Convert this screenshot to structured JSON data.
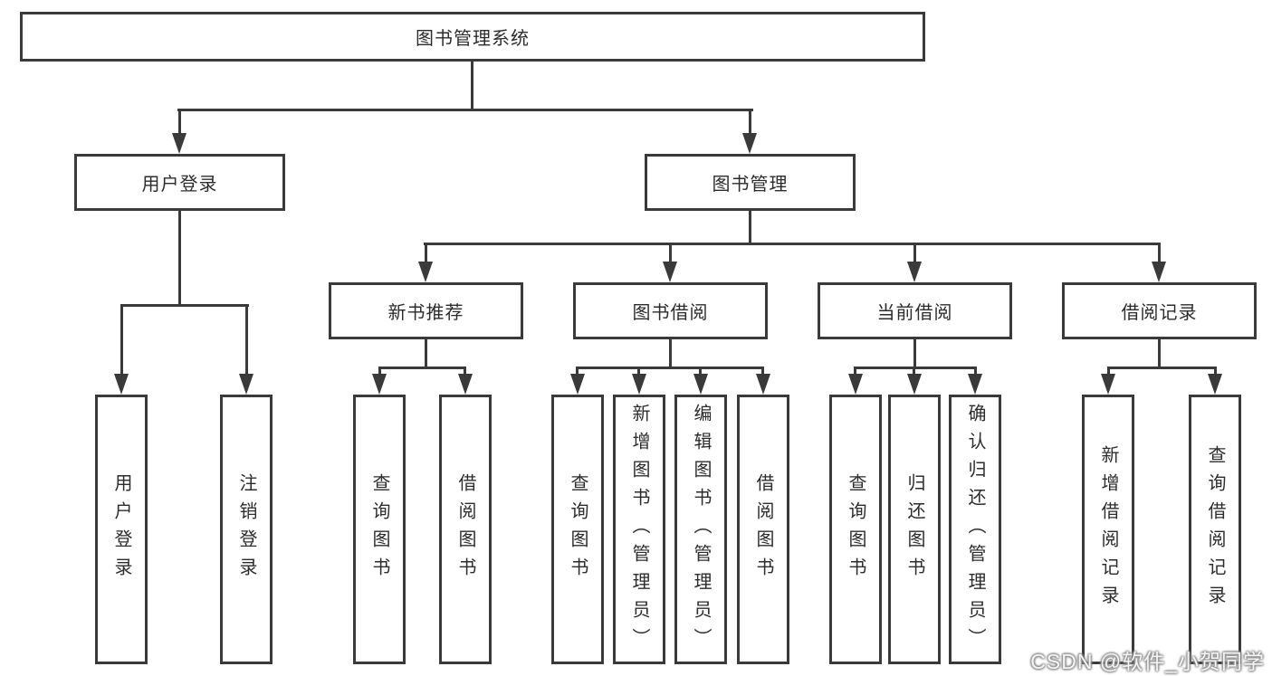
{
  "tree": {
    "label": "图书管理系统",
    "children": [
      {
        "label": "用户登录",
        "children": [
          {
            "label": "用户登录"
          },
          {
            "label": "注销登录"
          }
        ]
      },
      {
        "label": "图书管理",
        "children": [
          {
            "label": "新书推荐",
            "children": [
              {
                "label": "查询图书"
              },
              {
                "label": "借阅图书"
              }
            ]
          },
          {
            "label": "图书借阅",
            "children": [
              {
                "label": "查询图书"
              },
              {
                "label": "新增图书（管理员）"
              },
              {
                "label": "编辑图书（管理员）"
              },
              {
                "label": "借阅图书"
              }
            ]
          },
          {
            "label": "当前借阅",
            "children": [
              {
                "label": "查询图书"
              },
              {
                "label": "归还图书"
              },
              {
                "label": "确认归还（管理员）"
              }
            ]
          },
          {
            "label": "借阅记录",
            "children": [
              {
                "label": "新增借阅记录"
              },
              {
                "label": "查询借阅记录"
              }
            ]
          }
        ]
      }
    ]
  },
  "watermark": {
    "text": "CSDN @软件_小贺同学"
  },
  "colors": {
    "line": "#3a3a3a",
    "text": "#2c2c2c",
    "background": "#ffffff",
    "watermark_fill": "#f5f5f5",
    "watermark_shadow": "#8c8c8c"
  }
}
